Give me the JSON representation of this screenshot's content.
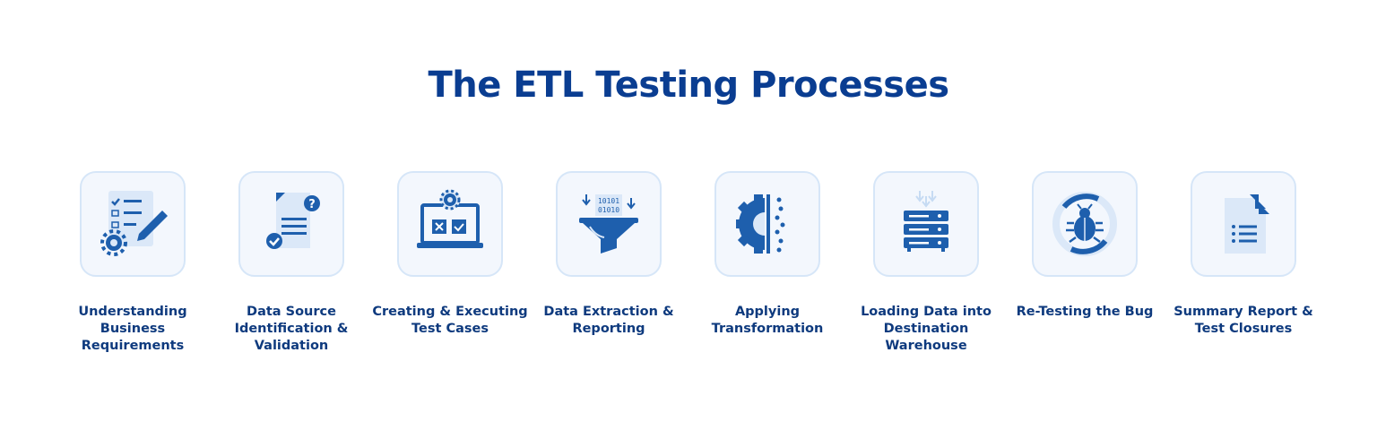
{
  "header": {
    "title": "The ETL Testing Processes"
  },
  "colors": {
    "primary": "#1e5fad",
    "light": "#dbe8f8",
    "tile_bg": "#f3f7fd",
    "tile_border": "#d6e6f8",
    "title": "#0a3d91"
  },
  "steps": [
    {
      "label": "Understanding Business Requirements",
      "icon": "requirements-checklist-icon"
    },
    {
      "label": "Data Source Identification & Validation",
      "icon": "document-question-icon"
    },
    {
      "label": "Creating & Executing Test Cases",
      "icon": "laptop-test-cases-icon"
    },
    {
      "label": "Data Extraction & Reporting",
      "icon": "data-funnel-icon"
    },
    {
      "label": "Applying Transformation",
      "icon": "gear-transformation-icon"
    },
    {
      "label": "Loading Data into Destination Warehouse",
      "icon": "server-warehouse-icon"
    },
    {
      "label": "Re-Testing the Bug",
      "icon": "bug-cycle-icon"
    },
    {
      "label": "Summary Report & Test Closures",
      "icon": "summary-report-icon"
    }
  ]
}
